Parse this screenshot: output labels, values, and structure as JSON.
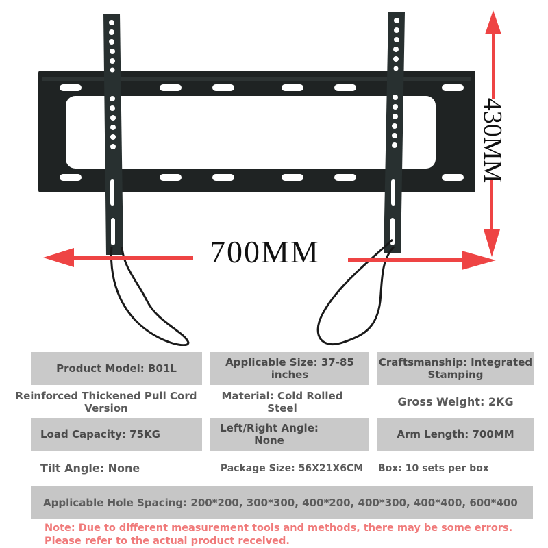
{
  "dimensions": {
    "width_label": "700MM",
    "height_label": "430MM",
    "arrow_color": "#ee4444"
  },
  "specs": {
    "row1": [
      {
        "label": "Product Model: B01L",
        "shaded": true
      },
      {
        "label": "Applicable Size: 37-85 inches",
        "shaded": true
      },
      {
        "label": "Craftsmanship: Integrated Stamping",
        "shaded": true
      }
    ],
    "row2": [
      {
        "label": "Reinforced Thickened Pull Cord Version",
        "shaded": false
      },
      {
        "label": "Material: Cold Rolled Steel",
        "shaded": false
      },
      {
        "label": "Gross Weight: 2KG",
        "shaded": false
      }
    ],
    "row3": [
      {
        "label": "Load Capacity: 75KG",
        "shaded": true
      },
      {
        "label": "Left/Right Angle: None",
        "shaded": true
      },
      {
        "label": "Arm Length: 700MM",
        "shaded": true
      }
    ],
    "row4": [
      {
        "label": "Tilt Angle: None",
        "shaded": false
      },
      {
        "label": "Package Size: 56X21X6CM",
        "shaded": false
      },
      {
        "label": "Box: 10 sets per box",
        "shaded": false
      }
    ],
    "hole_spacing": "Applicable Hole Spacing: 200*200, 300*300, 400*200, 400*300, 400*400, 600*400"
  },
  "note": "Note: Due to different measurement tools and methods, there may be some errors. Please refer to the actual product received.",
  "colors": {
    "cell_bg": "#c9c9c9",
    "text": "#4a4a4a",
    "note": "#f07a7a",
    "bracket": "#1e2222"
  }
}
